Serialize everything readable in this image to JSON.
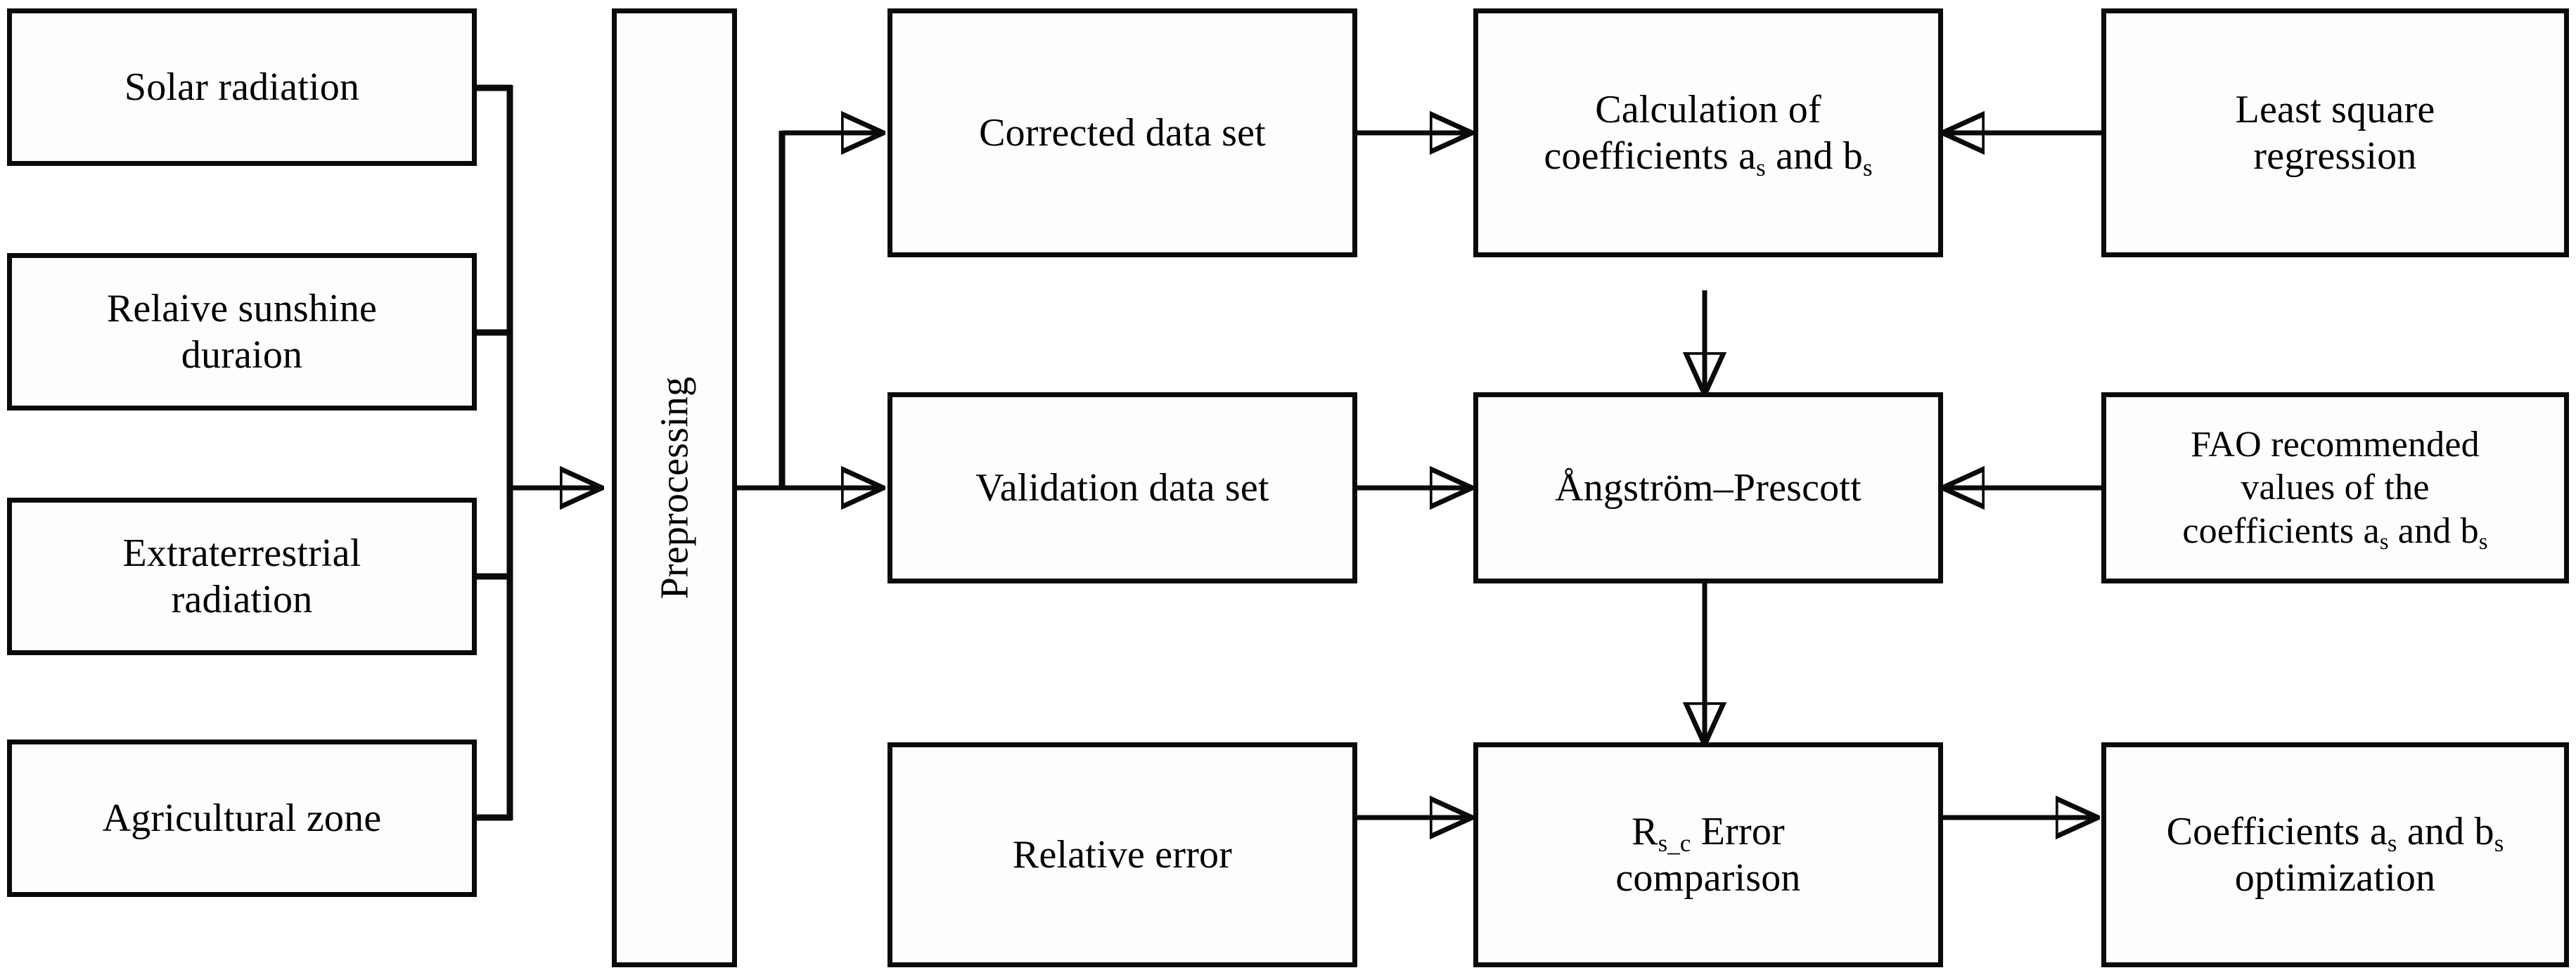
{
  "diagram": {
    "type": "flowchart",
    "title": "Angstrom-Prescott coefficient calibration and optimization flowchart",
    "orientation": "left-to-right",
    "line_color": "#0a0a0a",
    "box_fill": "#fdfdff",
    "text_color": "#000000"
  },
  "nodes": {
    "solar_radiation": {
      "label": "Solar radiation"
    },
    "relative_sunshine": {
      "line1": "Relaive sunshine",
      "line2": "duraion"
    },
    "extraterrestrial": {
      "line1": "Extraterrestrial",
      "line2": "radiation"
    },
    "agricultural_zone": {
      "label": "Agricultural zone"
    },
    "preprocessing": {
      "label": "Preprocessing"
    },
    "corrected_data_set": {
      "label": "Corrected data set"
    },
    "validation_data_set": {
      "label": "Validation data set"
    },
    "relative_error": {
      "label": "Relative error"
    },
    "calculation_coefficients": {
      "line1": "Calculation of",
      "line2_pre": "coefficients a",
      "line2_sub1": "s",
      "line2_mid": " and b",
      "line2_sub2": "s"
    },
    "angstrom_prescott": {
      "label": "Ångström–Prescott"
    },
    "error_comparison": {
      "line1_pre": "R",
      "line1_sub": "s_c",
      "line1_post": " Error",
      "line2": "comparison"
    },
    "least_square_regression": {
      "line1": "Least square",
      "line2": "regression"
    },
    "fao_values": {
      "line1": "FAO recommended",
      "line2": "values of the",
      "line3_pre": "coefficients a",
      "line3_sub1": "s",
      "line3_mid": " and b",
      "line3_sub2": "s"
    },
    "coefficients_optimization": {
      "line1_pre": "Coefficients a",
      "line1_sub1": "s",
      "line1_mid": " and b",
      "line1_sub2": "s",
      "line2": "optimization"
    }
  },
  "edges": [
    {
      "from": "solar_radiation",
      "to": "preprocessing",
      "style": "bus-arrow"
    },
    {
      "from": "relative_sunshine",
      "to": "preprocessing",
      "style": "bus-arrow"
    },
    {
      "from": "extraterrestrial",
      "to": "preprocessing",
      "style": "bus-arrow"
    },
    {
      "from": "agricultural_zone",
      "to": "preprocessing",
      "style": "bus-arrow"
    },
    {
      "from": "preprocessing",
      "to": "corrected_data_set",
      "style": "split-arrow"
    },
    {
      "from": "preprocessing",
      "to": "validation_data_set",
      "style": "split-arrow"
    },
    {
      "from": "corrected_data_set",
      "to": "calculation_coefficients",
      "style": "arrow"
    },
    {
      "from": "least_square_regression",
      "to": "calculation_coefficients",
      "style": "arrow-left"
    },
    {
      "from": "calculation_coefficients",
      "to": "angstrom_prescott",
      "style": "arrow-down"
    },
    {
      "from": "validation_data_set",
      "to": "angstrom_prescott",
      "style": "arrow"
    },
    {
      "from": "fao_values",
      "to": "angstrom_prescott",
      "style": "arrow-left"
    },
    {
      "from": "angstrom_prescott",
      "to": "error_comparison",
      "style": "arrow-down"
    },
    {
      "from": "relative_error",
      "to": "error_comparison",
      "style": "arrow"
    },
    {
      "from": "error_comparison",
      "to": "coefficients_optimization",
      "style": "arrow"
    }
  ]
}
